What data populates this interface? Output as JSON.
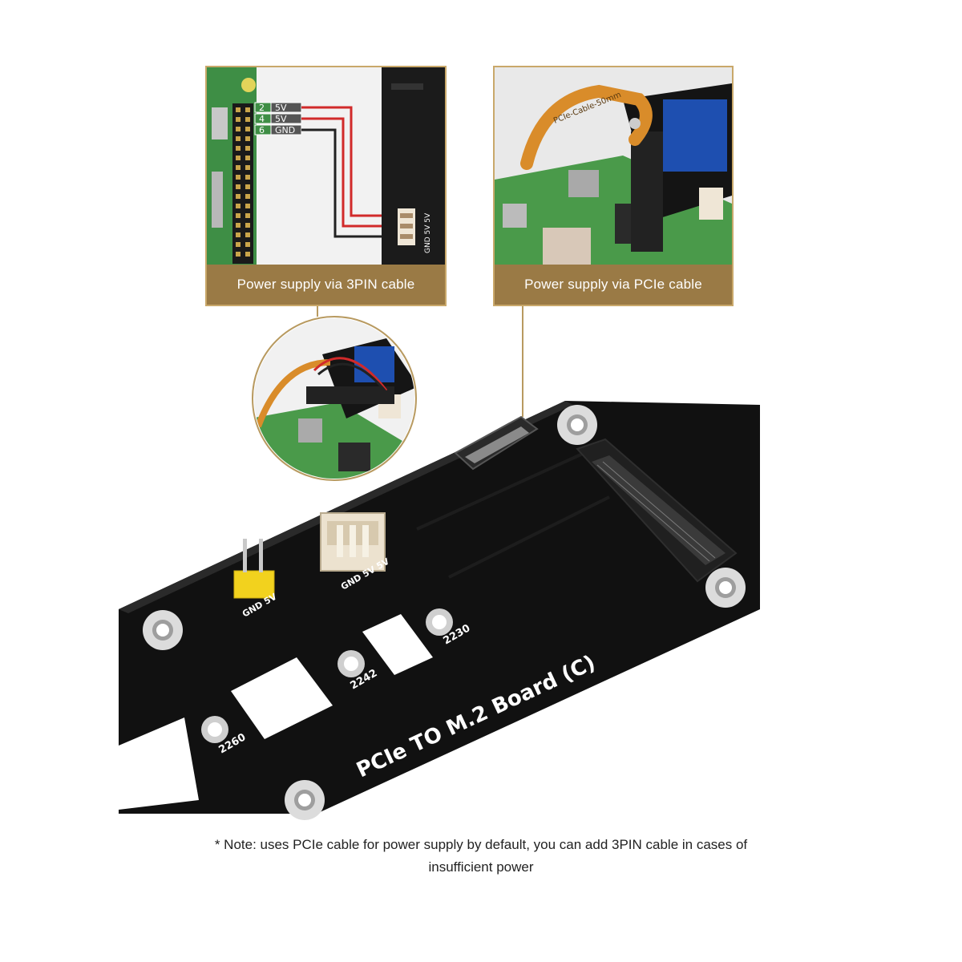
{
  "panels": {
    "left_caption": "Power supply via 3PIN cable",
    "right_caption": "Power supply  via PCIe cable"
  },
  "left_detail": {
    "pins": [
      {
        "number": "2",
        "label": "5V"
      },
      {
        "number": "4",
        "label": "5V"
      },
      {
        "number": "6",
        "label": "GND"
      }
    ],
    "connector_label": "GND 5V 5V"
  },
  "right_detail": {
    "cable_print": "PCIe-Cable-50mm"
  },
  "board": {
    "title": "PCIe TO M.2 Board (C)",
    "header_label": "GND 5V",
    "connector_label": "GND 5V 5V",
    "mount_labels": [
      "2230",
      "2242",
      "2260"
    ]
  },
  "note": {
    "line1": "* Note: uses PCIe cable for power supply by default, you can add 3PIN cable in cases of",
    "line2": "insufficient power"
  },
  "colors": {
    "caption_bg": "#9a7a45",
    "panel_border": "#c9a86a",
    "pcb_black": "#111111",
    "pcb_green": "#4a9a4a"
  }
}
